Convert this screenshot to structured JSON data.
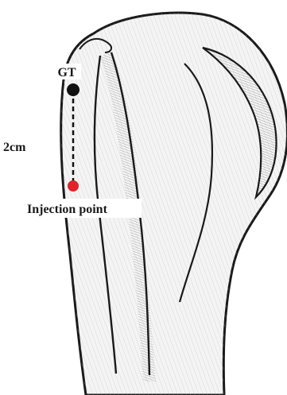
{
  "labels": {
    "landmark": "GT",
    "distance": "2cm",
    "injection": "Injection point"
  },
  "colors": {
    "landmark_dot": "#111111",
    "injection_dot": "#e0242a",
    "outline": "#1a1a1a",
    "hatch": "#9a9a9a",
    "label_bg": "#ffffff"
  }
}
